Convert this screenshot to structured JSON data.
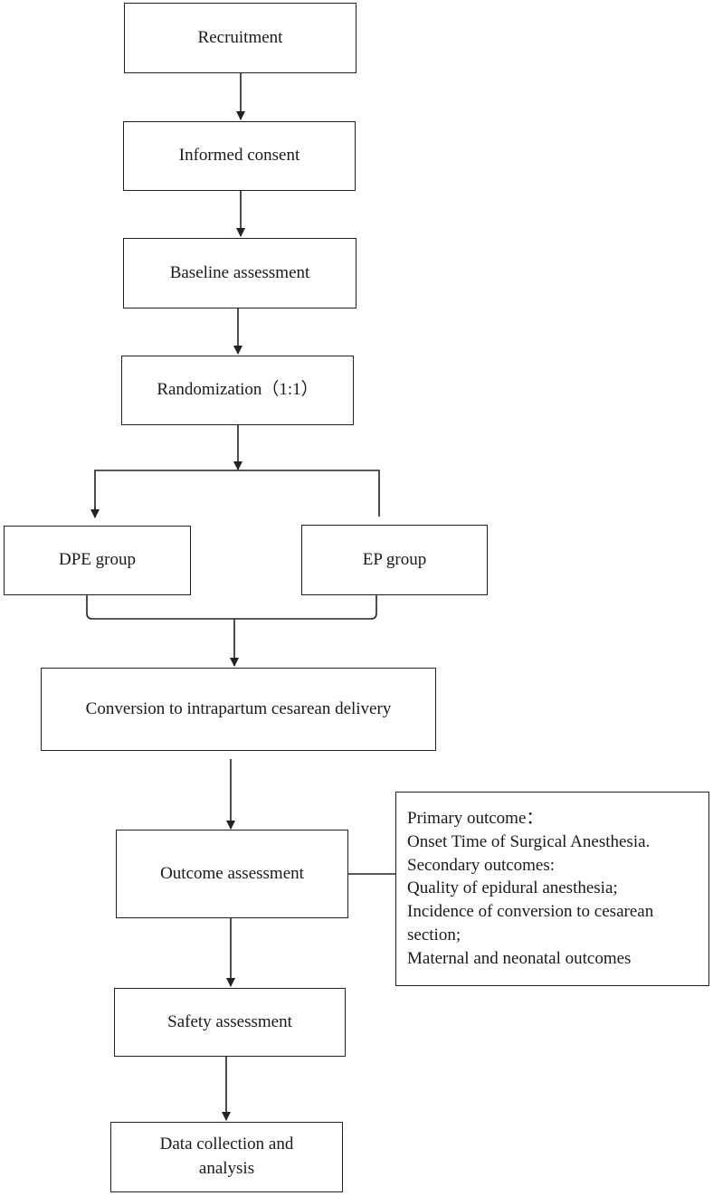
{
  "flow": {
    "recruitment": "Recruitment",
    "informed_consent": "Informed consent",
    "baseline_assessment": "Baseline assessment",
    "randomization": "Randomization（1:1）",
    "dpe_group": "DPE group",
    "ep_group": "EP group",
    "conversion": "Conversion to intrapartum cesarean delivery",
    "outcome_assessment": "Outcome assessment",
    "safety_assessment": "Safety assessment",
    "data_collection": "Data collection and analysis"
  },
  "outcomes_note": {
    "lines": [
      "Primary outcome：",
      "Onset Time of Surgical Anesthesia.",
      "Secondary outcomes:",
      "Quality of epidural anesthesia;",
      "Incidence of conversion to cesarean section;",
      "Maternal and neonatal outcomes"
    ]
  }
}
